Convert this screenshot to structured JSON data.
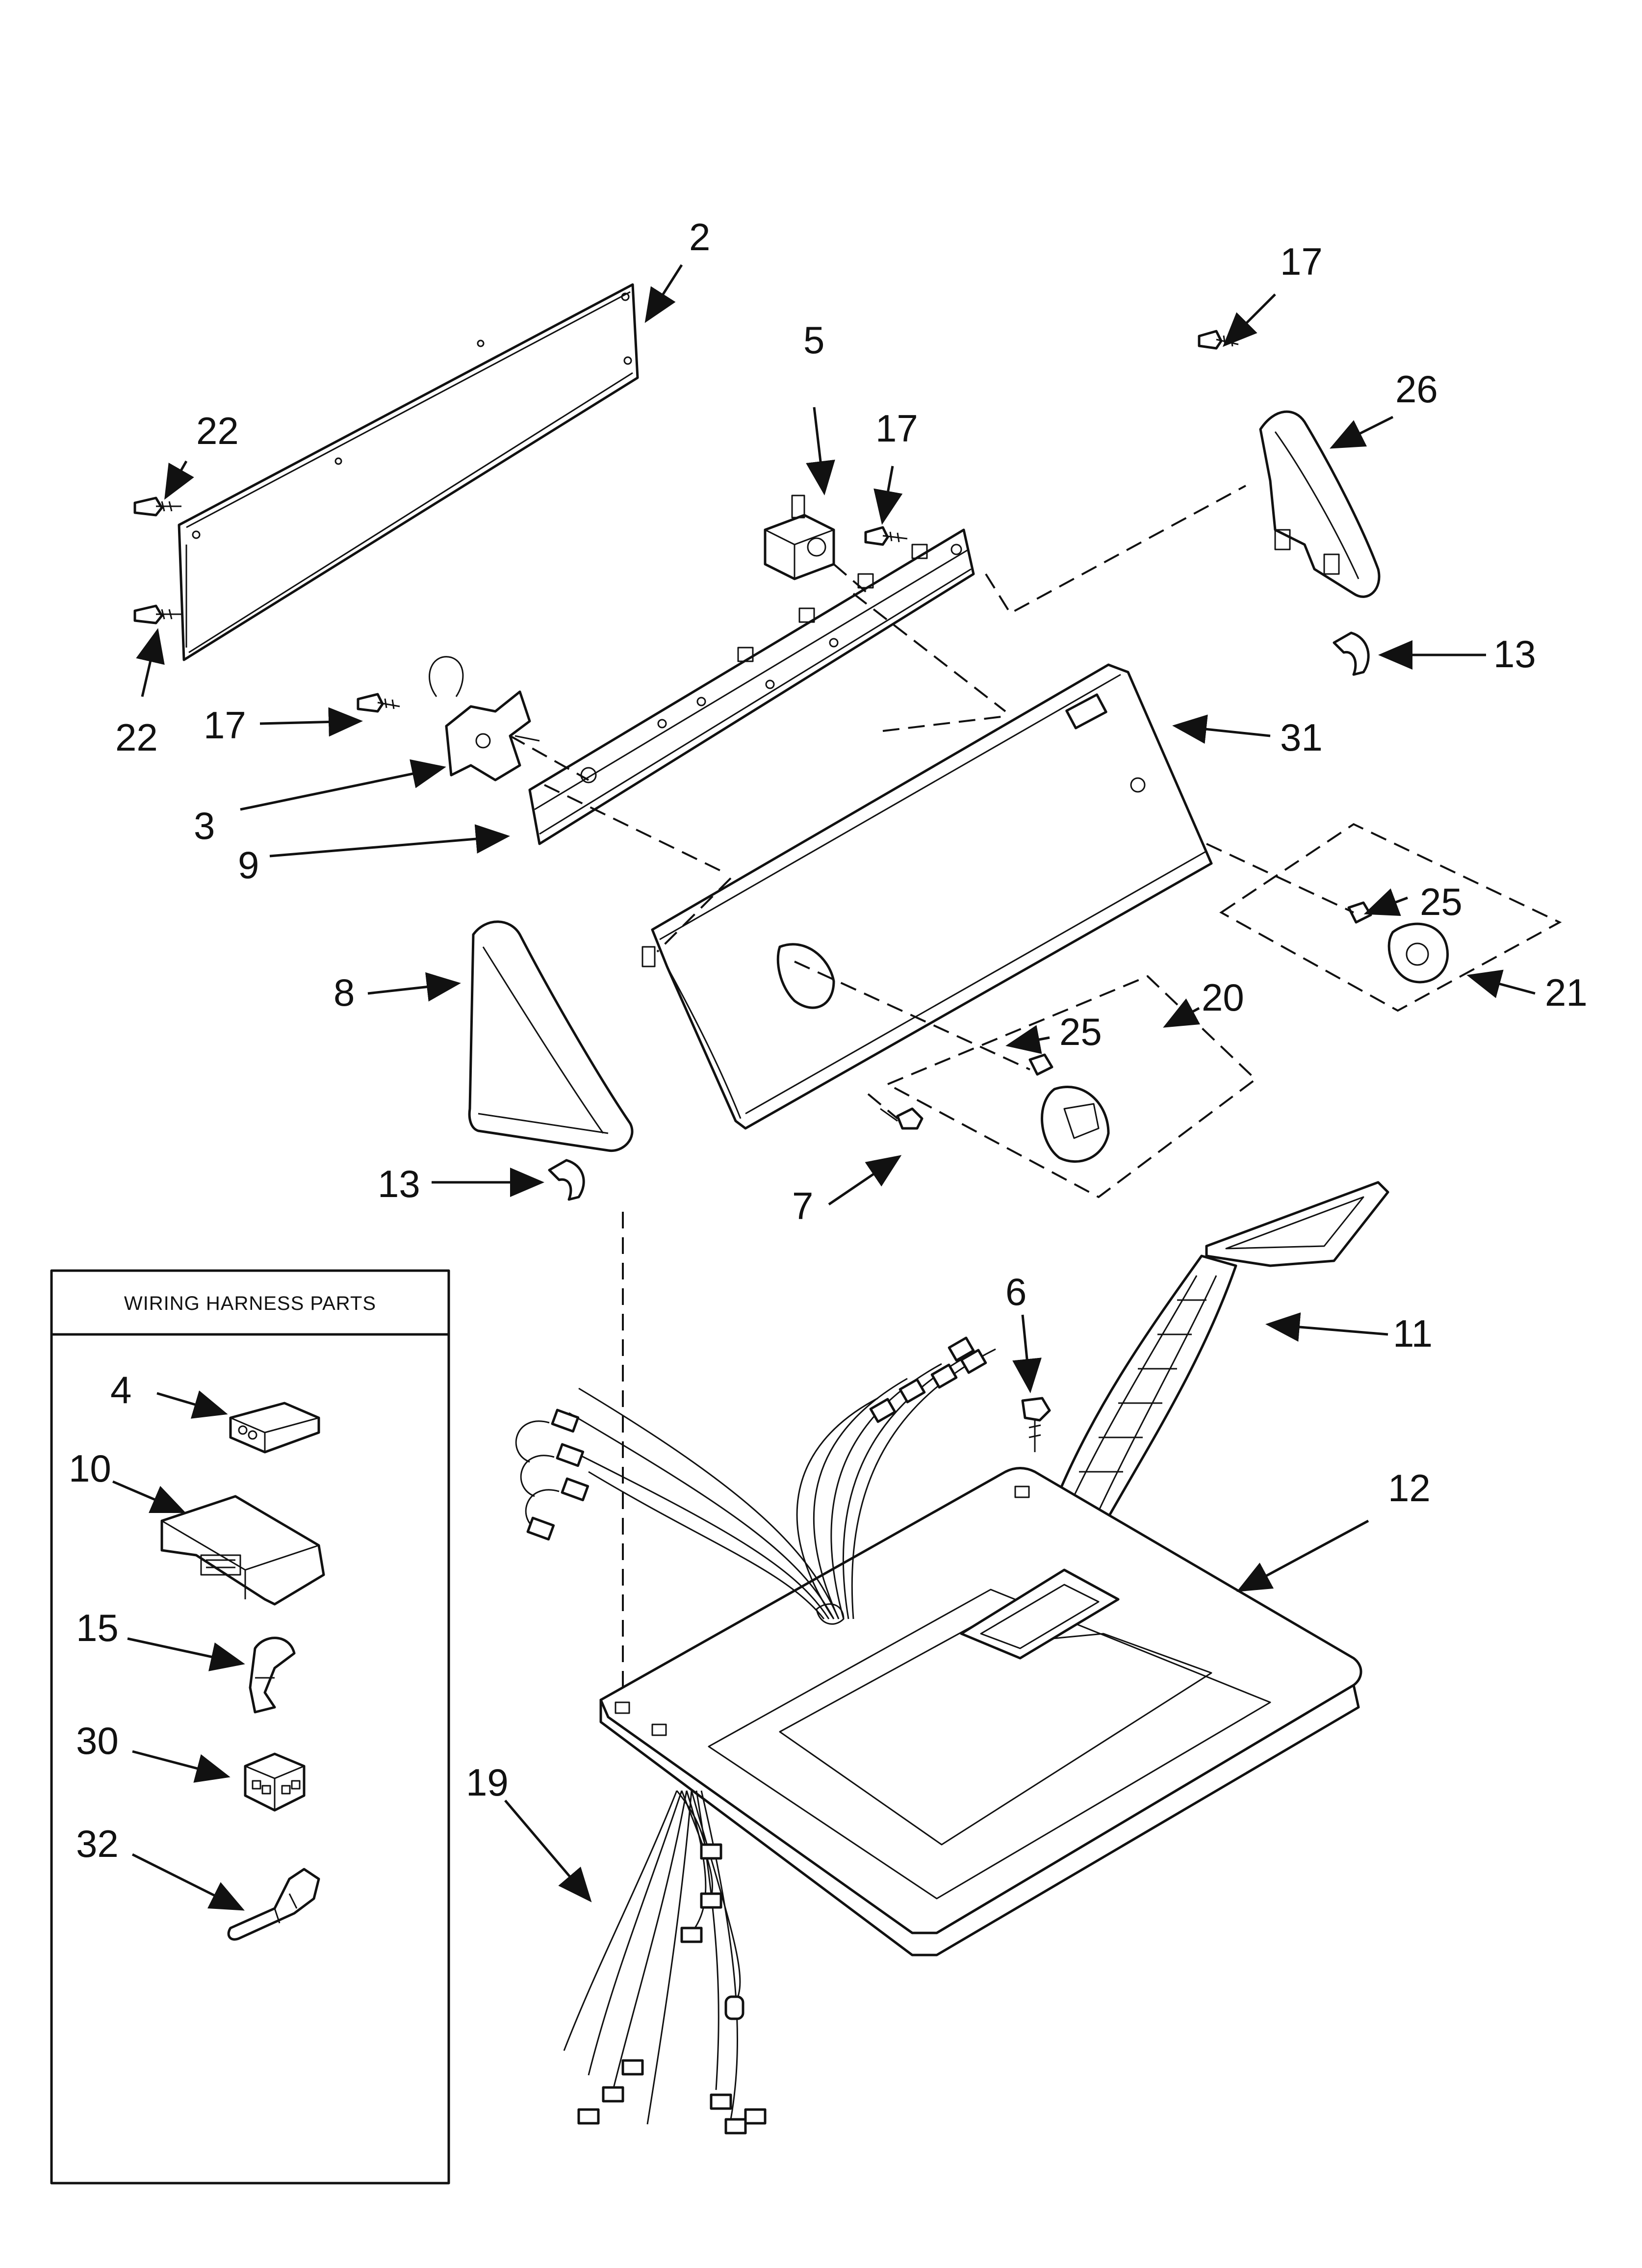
{
  "inset_box": {
    "title": "WIRING HARNESS PARTS",
    "part_numbers": [
      "4",
      "10",
      "15",
      "30",
      "32"
    ]
  },
  "callouts": {
    "c2": "2",
    "c5": "5",
    "c17a": "17",
    "c17b": "17",
    "c17c": "17",
    "c26": "26",
    "c22a": "22",
    "c22b": "22",
    "c13a": "13",
    "c13b": "13",
    "c3": "3",
    "c9": "9",
    "c31": "31",
    "c25a": "25",
    "c25b": "25",
    "c21": "21",
    "c20": "20",
    "c8": "8",
    "c7": "7",
    "c6": "6",
    "c11": "11",
    "c12": "12",
    "c19": "19"
  }
}
